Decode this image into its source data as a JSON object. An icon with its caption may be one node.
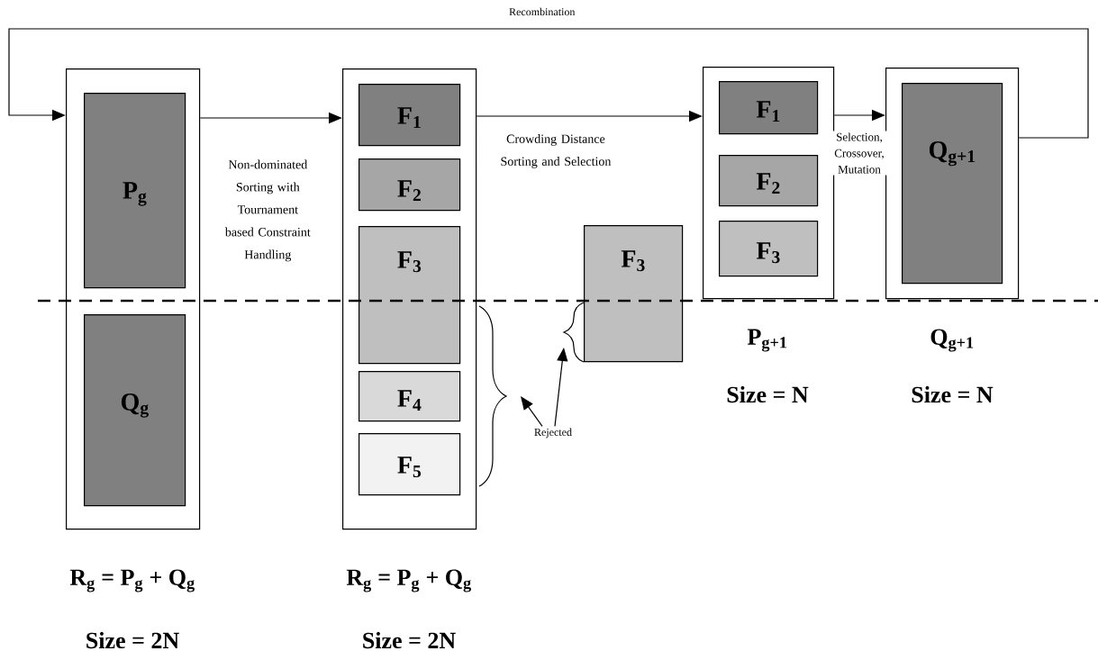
{
  "diagram": {
    "nodes": [
      {
        "text": [],
        "shape": "box",
        "beside": [
          "R$_{g}$ = P$_{g}$ + Q$_{g}$",
          "Size = 2N"
        ]
      },
      {
        "text": [
          "P$_{g}$"
        ],
        "in": 0
      },
      {
        "text": [
          "Q$_{g}$"
        ],
        "in": 0
      },
      {
        "text": [],
        "shape": "box",
        "beside": [
          "R$_{g}$ = P$_{g}$ + Q$_{g}$",
          "Size = 2N"
        ]
      },
      {
        "text": [
          "F$_{1}$"
        ],
        "in": 3
      },
      {
        "text": [
          "F$_{2}$"
        ],
        "in": 3
      },
      {
        "text": [
          "F$_{3}$"
        ],
        "in": 3
      },
      {
        "text": [
          "F$_{4}$"
        ],
        "in": 3
      },
      {
        "text": [
          "F$_{5}$"
        ],
        "in": 3
      },
      {
        "text": [
          "F$_{3}$"
        ]
      },
      {
        "text": [],
        "shape": "box",
        "beside": [
          "P$_{g+1}$",
          "Size = N"
        ]
      },
      {
        "text": [
          "F$_{1}$"
        ],
        "in": 10
      },
      {
        "text": [
          "F$_{2}$"
        ],
        "in": 10
      },
      {
        "text": [
          "F$_{3}$"
        ],
        "in": 10
      },
      {
        "text": [],
        "shape": "box",
        "beside": [
          "Q$_{g+1}$",
          "Size = N"
        ]
      },
      {
        "text": [
          "Q$_{g+1}$"
        ],
        "in": 14
      },
      {
        "text": [
          "Rejected"
        ]
      }
    ],
    "edges": [
      {
        "from": 14,
        "to": 0,
        "arrow": "to",
        "label": "Recombination"
      },
      {
        "from": 0,
        "to": 3,
        "arrow": "to",
        "label": "Non-dominated Sorting with Tournament based Constraint Handling"
      },
      {
        "from": 3,
        "to": 10,
        "arrow": "to",
        "label": "Crowding Distance Sorting and Selection"
      },
      {
        "from": 10,
        "to": 14,
        "arrow": "to",
        "label": "Selection, Crossover, Mutation"
      },
      {
        "from": 16,
        "to": null,
        "arrow": "to"
      },
      {
        "from": 16,
        "to": 9,
        "arrow": "to"
      }
    ]
  }
}
